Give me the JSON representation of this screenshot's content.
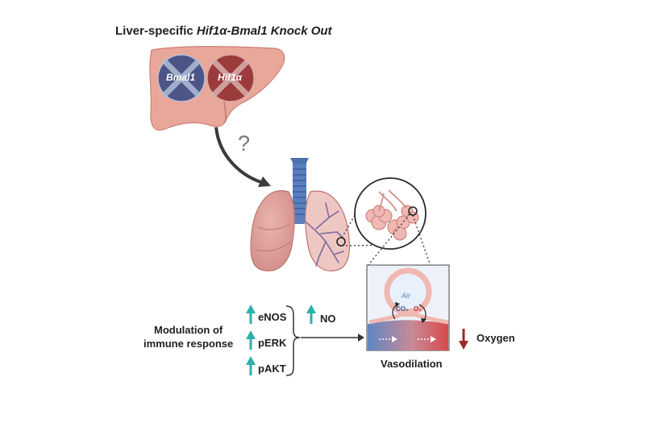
{
  "title": {
    "prefix": "Liver-specific",
    "genes": "Hif1α-Bmal1",
    "suffix": "Knock Out"
  },
  "liver": {
    "gene_left": "Bmal1",
    "gene_right": "Hif1α"
  },
  "question_mark": "?",
  "modulation": {
    "line1": "Modulation of",
    "line2": "immune response"
  },
  "markers": [
    "eNOS",
    "pERK",
    "pAKT"
  ],
  "no_label": "NO",
  "alveolus": {
    "air": "Air",
    "co2": "CO₂",
    "o2": "O₂"
  },
  "vasodilation": "Vasodilation",
  "oxygen": "Oxygen",
  "colors": {
    "liver": "#e9a79a",
    "bmal_disc": "#4d5586",
    "hif_disc": "#9b3b3b",
    "up_arrow": "#2fb0aa",
    "down_arrow": "#9c2a2a",
    "co2": "#3a5fa0",
    "o2": "#c0332e"
  }
}
